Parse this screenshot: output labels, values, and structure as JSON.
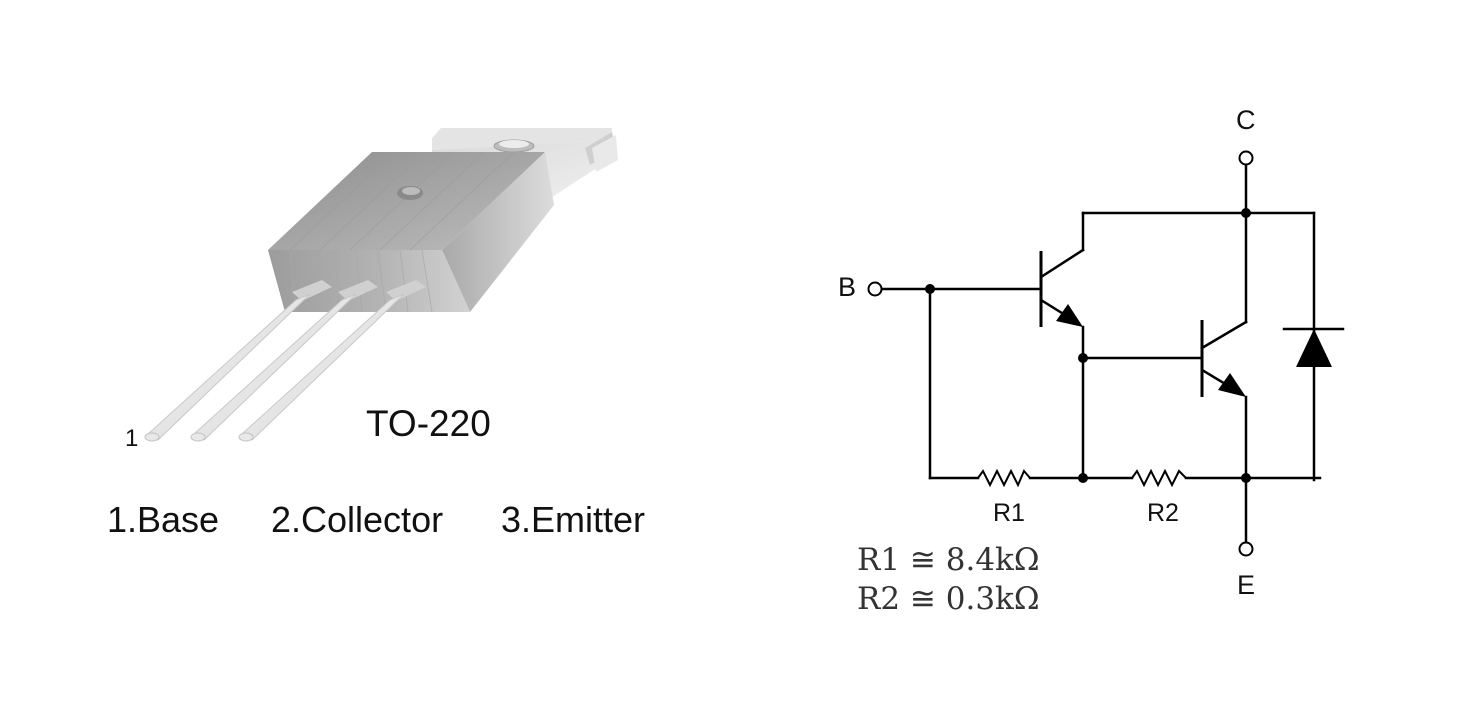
{
  "package": {
    "name": "TO-220",
    "pin_one_marker": "1",
    "pin_legend": [
      "1.Base",
      "2.Collector",
      "3.Emitter"
    ]
  },
  "schematic": {
    "terminal_base": "B",
    "terminal_collector": "C",
    "terminal_emitter": "E",
    "resistor_labels": [
      "R1",
      "R2"
    ],
    "resistor_values": [
      "R1 ≅ 8.4kΩ",
      "R2 ≅ 0.3kΩ"
    ]
  }
}
